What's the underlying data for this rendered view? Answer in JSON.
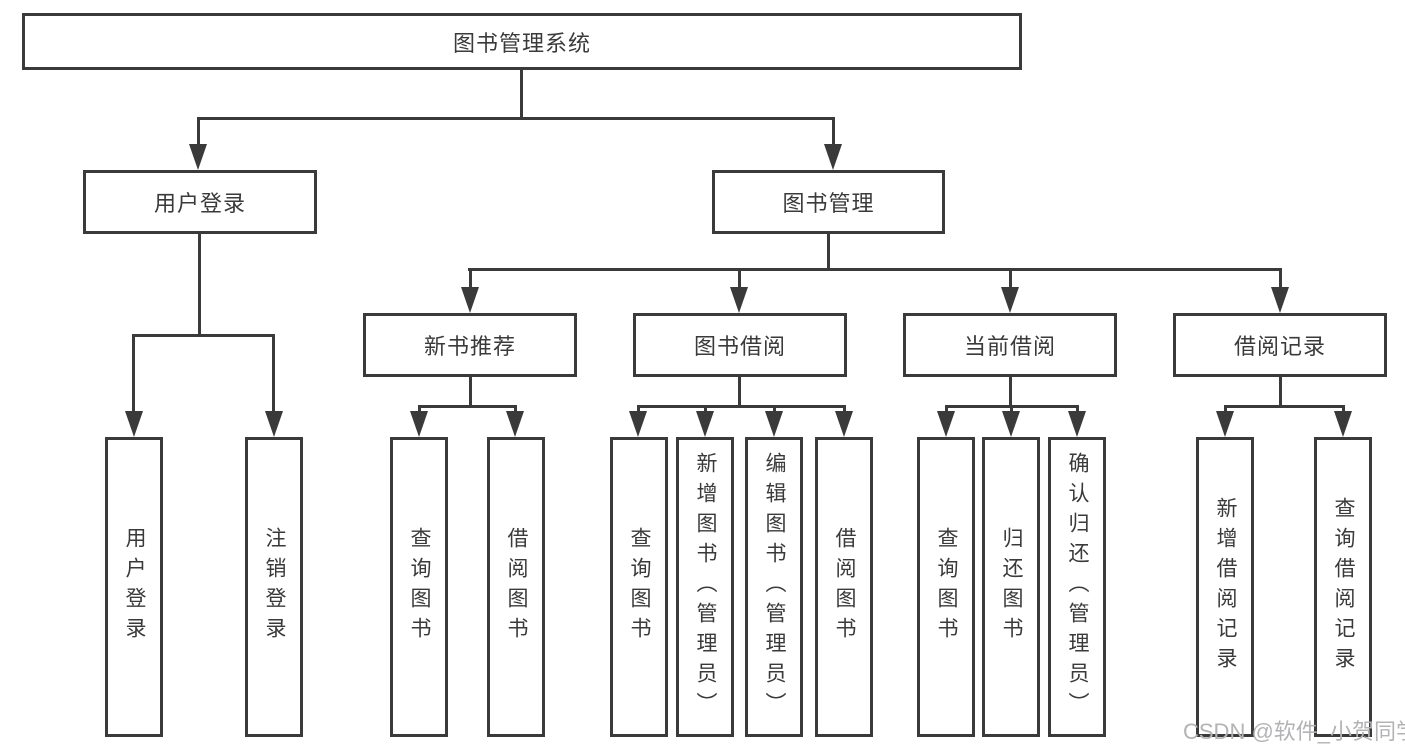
{
  "tree": {
    "root": "图书管理系统",
    "level2": [
      "用户登录",
      "图书管理"
    ],
    "level3": [
      "新书推荐",
      "图书借阅",
      "当前借阅",
      "借阅记录"
    ],
    "leaves": {
      "user": [
        "用户登录",
        "注销登录"
      ],
      "newbook": [
        "查询图书",
        "借阅图书"
      ],
      "borrow": [
        "查询图书",
        "新增图书（管理员）",
        "编辑图书（管理员）",
        "借阅图书"
      ],
      "current": [
        "查询图书",
        "归还图书",
        "确认归还（管理员）"
      ],
      "records": [
        "新增借阅记录",
        "查询借阅记录"
      ]
    }
  },
  "watermark": "CSDN @软件_小贺同学",
  "colors": {
    "line": "#3a3a3a",
    "text": "#3a3a3a",
    "background": "#ffffff",
    "watermark": "#b3b3b6"
  }
}
